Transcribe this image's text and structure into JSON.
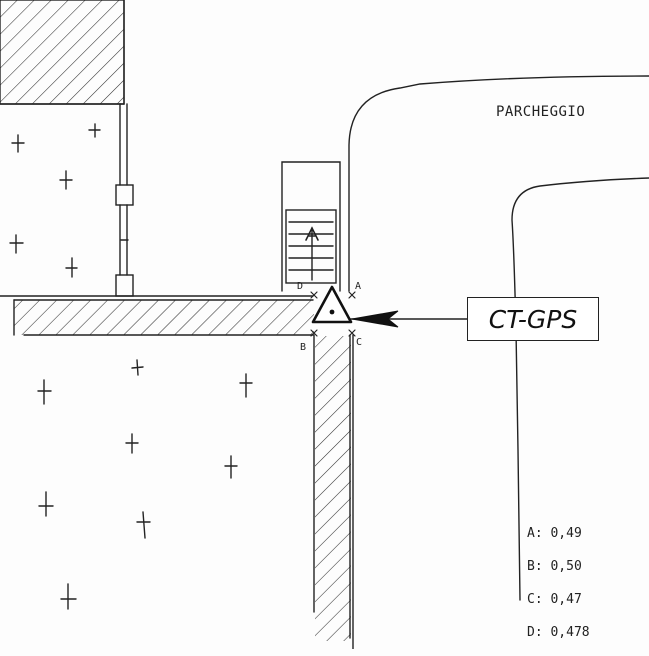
{
  "parking_label": "PARCHEGGIO",
  "instrument_label": "CT-GPS",
  "corners": {
    "a": "A",
    "b": "B",
    "c": "C",
    "d": "D"
  },
  "readings": [
    {
      "key": "A",
      "value": "0,49"
    },
    {
      "key": "B",
      "value": "0,50"
    },
    {
      "key": "C",
      "value": "0,47"
    },
    {
      "key": "D",
      "value": "0,478"
    }
  ],
  "colors": {
    "ink": "#222222",
    "paper": "#fdfdfd"
  },
  "icons": {
    "measurement_point": "triangle-with-dot-icon",
    "pointer": "arrow-left-icon"
  }
}
